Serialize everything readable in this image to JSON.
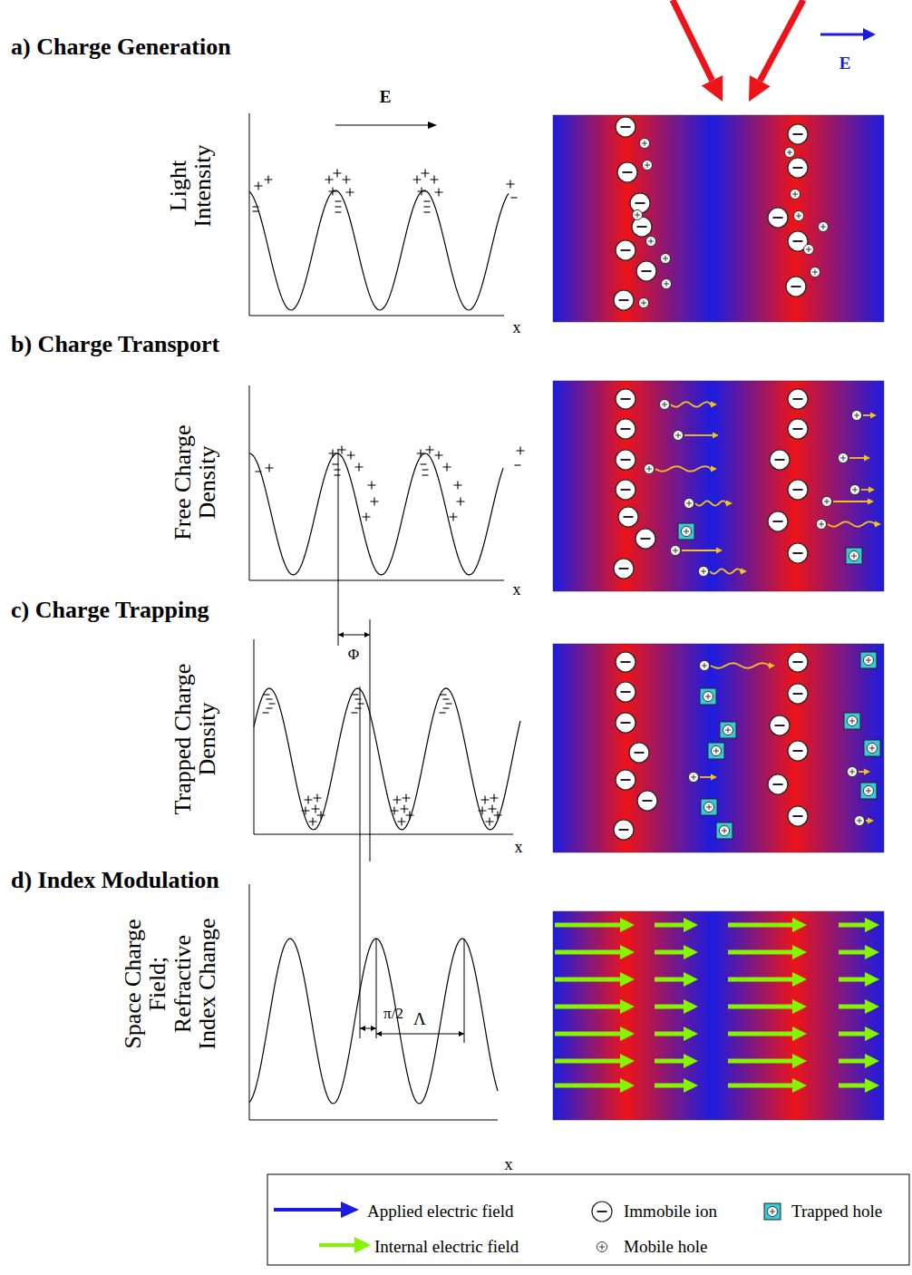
{
  "diagram": {
    "labels": [
      "a) Charge Generation",
      "E",
      "Light Intensity",
      "x",
      "E",
      "b) Charge Transport",
      "Free Charge Density",
      "x",
      "c) Charge Trapping",
      "Φ",
      "Trapped Charge Density",
      "x",
      "d) Index Modulation",
      "π/2",
      "Λ",
      "Space Charge Field; Refractive Index Change",
      "x"
    ],
    "legend": [
      {
        "text": "Applied electric field"
      },
      {
        "text": "Immobile ion"
      },
      {
        "text": "Trapped hole"
      },
      {
        "text": "Internal electric field"
      },
      {
        "text": "Mobile hole"
      }
    ]
  }
}
